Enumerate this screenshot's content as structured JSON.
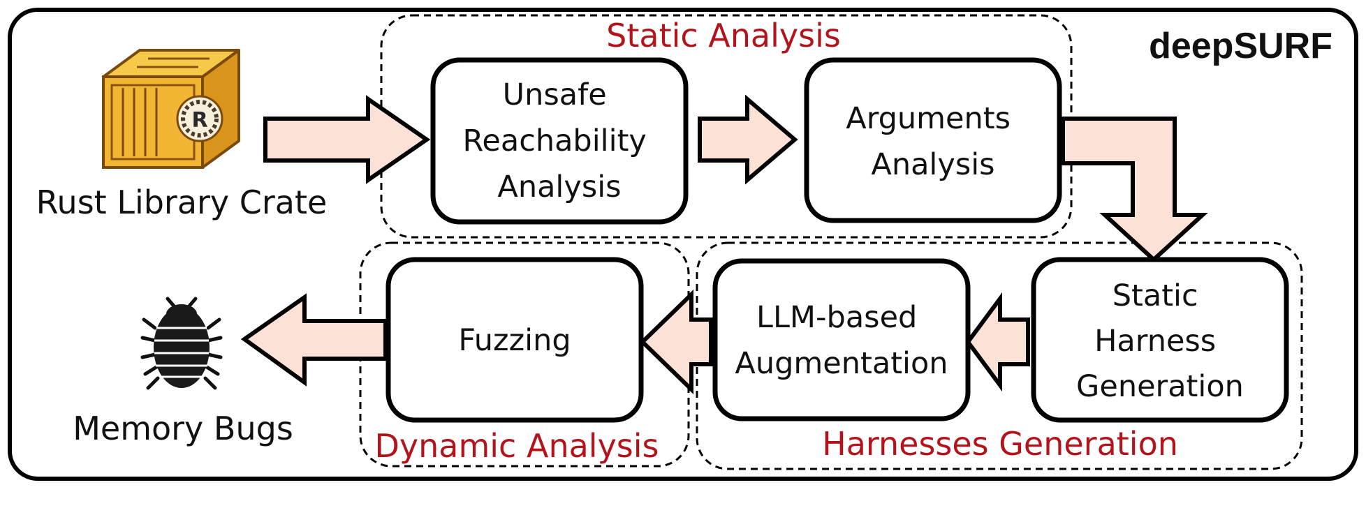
{
  "brand": "deepSURF",
  "groups": {
    "static": "Static Analysis",
    "dynamic": "Dynamic Analysis",
    "harness": "Harnesses Generation"
  },
  "inputs": {
    "crate_caption": "Rust Library Crate",
    "crate_icon": "rust-crate-icon",
    "crate_logo_letter": "R"
  },
  "outputs": {
    "bugs_caption": "Memory Bugs",
    "bug_icon": "bug-icon"
  },
  "boxes": {
    "unsafe_reachability": [
      "Unsafe",
      "Reachability",
      "Analysis"
    ],
    "arguments_analysis": [
      "Arguments",
      "Analysis"
    ],
    "static_harness": [
      "Static",
      "Harness",
      "Generation"
    ],
    "llm_augmentation": [
      "LLM-based",
      "Augmentation"
    ],
    "fuzzing": [
      "Fuzzing"
    ]
  },
  "colors": {
    "arrow_fill": "#fbe1d6",
    "group_label": "#b3141c",
    "stroke": "#000000"
  }
}
